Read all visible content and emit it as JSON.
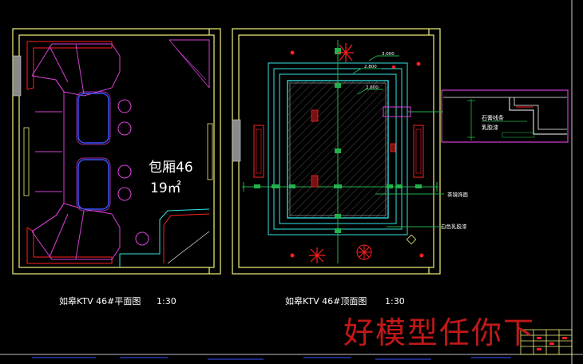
{
  "plan": {
    "room_label": "包厢46",
    "area_label": "19㎡",
    "caption": "如皋KTV 46#平面图",
    "scale": "1:30"
  },
  "ceiling": {
    "caption": "如皋KTV 46#顶面图",
    "scale": "1:30",
    "elev_a": "3.000",
    "elev_b": "2.800",
    "elev_c": "2.600",
    "note_mirror": "茶镜饰面",
    "note_latex": "白色乳胶漆",
    "detail_label_1": "石膏线条",
    "detail_label_2": "乳胶漆"
  },
  "watermark": "好模型任你下",
  "colors": {
    "background": "#000000",
    "frame": "#f2f27a",
    "dim": "#22b14c",
    "red": "#ff2020",
    "magenta": "#d640d6",
    "blue": "#3a52ff",
    "cyan": "#35e3e3",
    "watermark": "#c21818"
  }
}
